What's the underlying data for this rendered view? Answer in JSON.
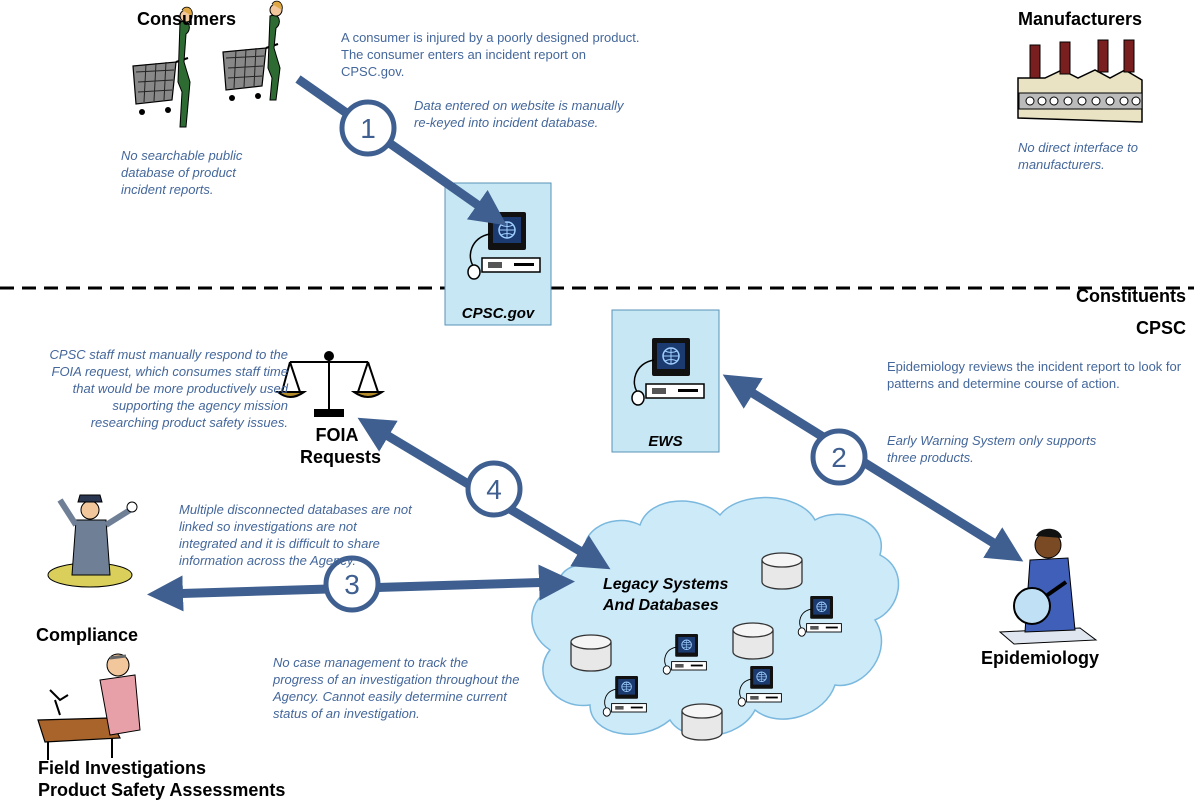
{
  "actors": {
    "consumers": "Consumers",
    "manufacturers": "Manufacturers",
    "foia": [
      "FOIA",
      "Requests"
    ],
    "compliance": "Compliance",
    "field": [
      "Field Investigations",
      "Product Safety Assessments"
    ],
    "epidemiology": "Epidemiology"
  },
  "boundary": {
    "constituents": "Constituents",
    "cpsc": "CPSC"
  },
  "systems": {
    "cpsc_gov": "CPSC.gov",
    "ews": "EWS",
    "legacy": [
      "Legacy Systems",
      "And Databases"
    ]
  },
  "steps": [
    "1",
    "2",
    "3",
    "4"
  ],
  "notes": {
    "consumer_injury": "A consumer is injured by a poorly designed product.  The consumer enters an incident report on CPSC.gov.",
    "rekeyed": "Data entered on website is manually re-keyed into incident database.",
    "no_public_db": "No searchable public database of product incident reports.",
    "no_mfr_interface": "No direct interface to manufacturers.",
    "foia_manual": "CPSC staff must manually respond to the FOIA request, which consumes staff time that would be more productively used supporting the agency mission researching product safety issues.",
    "epi_review": "Epidemiology reviews the incident report to look for patterns and determine course of action.",
    "ews_limited": "Early Warning System only supports three products.",
    "disconnected": "Multiple disconnected databases are not linked so investigations are not integrated and it is difficult to share information across the Agency.",
    "no_case_mgmt": "No case management to track the progress of an investigation throughout the Agency.  Cannot easily determine current status of an investigation."
  },
  "colors": {
    "arrow": "#3e5f8f",
    "note_text": "#44679b",
    "system_box": "#c6e7f3",
    "cloud": "#cdeaf8"
  }
}
